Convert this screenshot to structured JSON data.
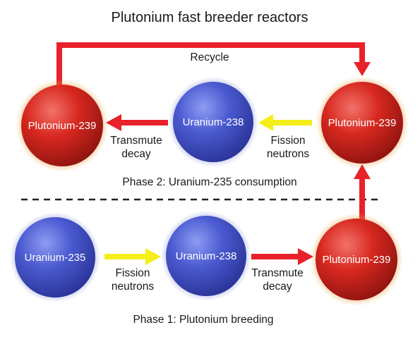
{
  "title": "Plutonium fast breeder reactors",
  "recycle_label": "Recycle",
  "phase2": {
    "caption": "Phase 2: Uranium-235 consumption",
    "spheres": [
      "Plutonium-239",
      "Uranium-238",
      "Plutonium-239"
    ],
    "arrow_labels": {
      "transmute": [
        "Transmute",
        "decay"
      ],
      "fission": [
        "Fission",
        "neutrons"
      ]
    }
  },
  "phase1": {
    "caption": "Phase 1: Plutonium breeding",
    "spheres": [
      "Uranium-235",
      "Uranium-238",
      "Plutonium-239"
    ],
    "arrow_labels": {
      "fission": [
        "Fission",
        "neutrons"
      ],
      "transmute": [
        "Transmute",
        "decay"
      ]
    }
  },
  "colors": {
    "red_arrow": "#e8212a",
    "yellow_arrow": "#f5ee1a",
    "blue_sphere": "#3f51c4",
    "red_sphere": "#d8231b",
    "divider": "#222222"
  }
}
